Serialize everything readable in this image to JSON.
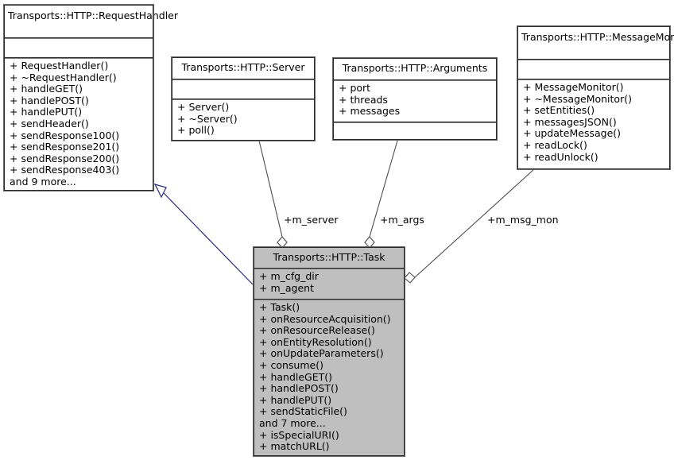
{
  "diagram": {
    "kind": "uml-class-diagram",
    "background": "#ffffff",
    "box_border_color": "#2b2b2b",
    "highlight_fill": "#bfbfbf",
    "inheritance_color": "#2a2a7a",
    "association_color": "#4d4d4d"
  },
  "classes": {
    "request_handler": {
      "title": "Transports::HTTP::RequestHandler",
      "attributes": [],
      "methods": [
        "+ RequestHandler()",
        "+ ~RequestHandler()",
        "+ handleGET()",
        "+ handlePOST()",
        "+ handlePUT()",
        "+ sendHeader()",
        "+ sendResponse100()",
        "+ sendResponse201()",
        "+ sendResponse200()",
        "+ sendResponse403()",
        "and 9 more..."
      ]
    },
    "server": {
      "title": "Transports::HTTP::Server",
      "attributes": [],
      "methods": [
        "+ Server()",
        "+ ~Server()",
        "+ poll()"
      ]
    },
    "arguments": {
      "title": "Transports::HTTP::Arguments",
      "attributes": [
        "+ port",
        "+ threads",
        "+ messages"
      ],
      "methods": []
    },
    "message_monitor": {
      "title": "Transports::HTTP::MessageMonitor",
      "attributes": [],
      "methods": [
        "+ MessageMonitor()",
        "+ ~MessageMonitor()",
        "+ setEntities()",
        "+ messagesJSON()",
        "+ updateMessage()",
        "+ readLock()",
        "+ readUnlock()"
      ]
    },
    "task": {
      "title": "Transports::HTTP::Task",
      "attributes": [
        "+ m_cfg_dir",
        "+ m_agent"
      ],
      "methods": [
        "+ Task()",
        "+ onResourceAcquisition()",
        "+ onResourceRelease()",
        "+ onEntityResolution()",
        "+ onUpdateParameters()",
        "+ consume()",
        "+ handleGET()",
        "+ handlePOST()",
        "+ handlePUT()",
        "+ sendStaticFile()",
        "and 7 more...",
        "+ isSpecialURI()",
        "+ matchURL()"
      ]
    }
  },
  "relations": {
    "inheritance": {
      "from": "Transports::HTTP::Task",
      "to": "Transports::HTTP::RequestHandler",
      "type": "generalization"
    },
    "aggregations": [
      {
        "label": "+m_server",
        "from": "Transports::HTTP::Server",
        "to": "Transports::HTTP::Task"
      },
      {
        "label": "+m_args",
        "from": "Transports::HTTP::Arguments",
        "to": "Transports::HTTP::Task"
      },
      {
        "label": "+m_msg_mon",
        "from": "Transports::HTTP::MessageMonitor",
        "to": "Transports::HTTP::Task"
      }
    ]
  }
}
